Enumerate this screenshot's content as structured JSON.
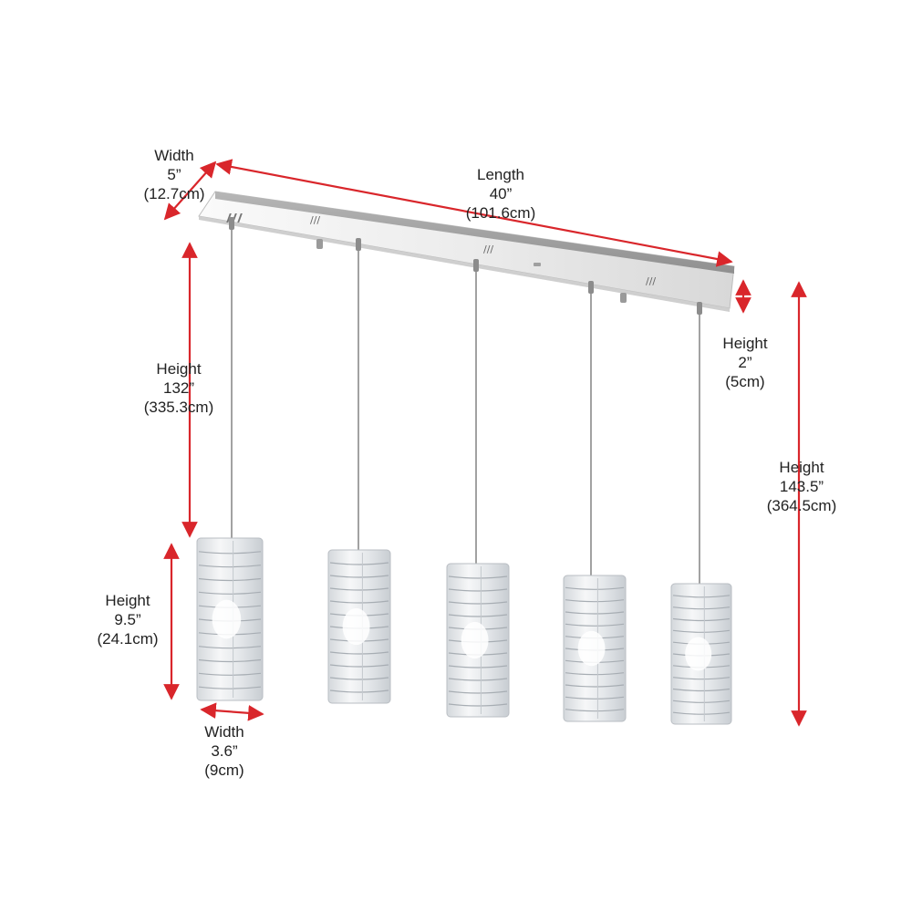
{
  "dimensions": {
    "base_width": {
      "label": "Width",
      "imperial": "5”",
      "metric": "(12.7cm)"
    },
    "length": {
      "label": "Length",
      "imperial": "40”",
      "metric": "(101.6cm)"
    },
    "canopy_height": {
      "label": "Height",
      "imperial": "2”",
      "metric": "(5cm)"
    },
    "cord_height": {
      "label": "Height",
      "imperial": "132”",
      "metric": "(335.3cm)"
    },
    "overall_height": {
      "label": "Height",
      "imperial": "143.5”",
      "metric": "(364.5cm)"
    },
    "shade_height": {
      "label": "Height",
      "imperial": "9.5”",
      "metric": "(24.1cm)"
    },
    "shade_width": {
      "label": "Width",
      "imperial": "3.6”",
      "metric": "(9cm)"
    }
  },
  "colors": {
    "arrow": "#d9262b",
    "chrome_light": "#f2f2f2",
    "chrome_dark": "#9a9a9a",
    "crystal": "#e6e8ea",
    "cord": "#8a8a8a"
  },
  "pendant_count": 5
}
